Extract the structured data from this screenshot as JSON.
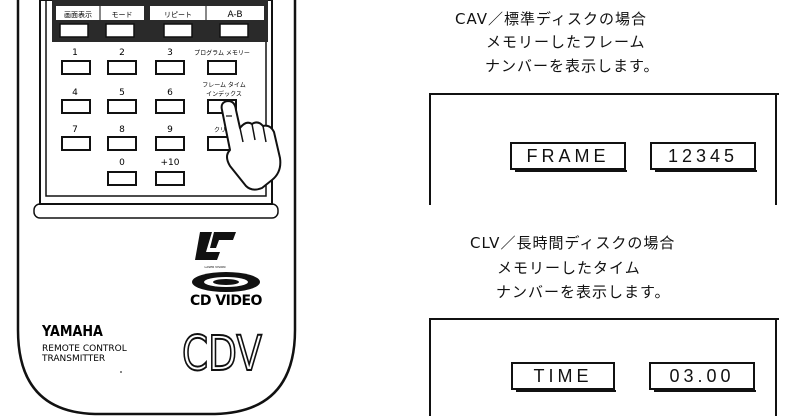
{
  "remote": {
    "top_buttons": [
      "画面表示",
      "モード",
      "リピート",
      "A-B"
    ],
    "num_labels": [
      "1",
      "2",
      "3",
      "4",
      "5",
      "6",
      "7",
      "8",
      "9",
      "0",
      "+10"
    ],
    "side_labels": [
      "プログラム メモリー",
      "フレーム タイム",
      "インデックス",
      "クリ"
    ],
    "logo_lv": "LASER VISION",
    "cd_video": "CD VIDEO",
    "brand": "YAMAHA",
    "model_line1": "REMOTE CONTROL",
    "model_line2": "TRANSMITTER",
    "cdv": "CDV"
  },
  "cav": {
    "line1": "CAV／標準ディスクの場合",
    "line2": "メモリーしたフレーム",
    "line3": "ナンバーを表示します。",
    "label": "FRAME",
    "value": "12345"
  },
  "clv": {
    "line1": "CLV／長時間ディスクの場合",
    "line2": "メモリーしたタイム",
    "line3": "ナンバーを表示します。",
    "label": "TIME",
    "value": "03.00"
  }
}
